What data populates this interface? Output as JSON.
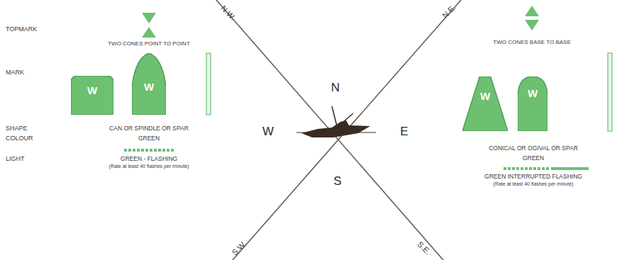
{
  "diagram": {
    "nodes": [
      {
        "text": [
          "W"
        ]
      },
      {
        "text": [
          "W"
        ]
      },
      {
        "text": [
          "W"
        ]
      },
      {
        "text": [
          "W"
        ]
      }
    ],
    "labels": [
      "TOPMARK",
      "MARK",
      "SHAPE",
      "COLOUR",
      "LIGHT",
      "TWO CONES POINT TO POINT",
      "CAN OR SPINDLE OR SPAR",
      "GREEN",
      "GREEN - FLASHING",
      "(Rate at least 40 flashes per minute)",
      "N.W.",
      "N.E.",
      "N",
      "W",
      "E",
      "S",
      "S.W.",
      "S.E.",
      "TWO CONES BASE TO BASE",
      "CONICAL OR OGIVAL OR SPAR",
      "GREEN",
      "GREEN INTERRUPTED FLASHING",
      "(Rate at least 40 flashes per minute)"
    ]
  }
}
